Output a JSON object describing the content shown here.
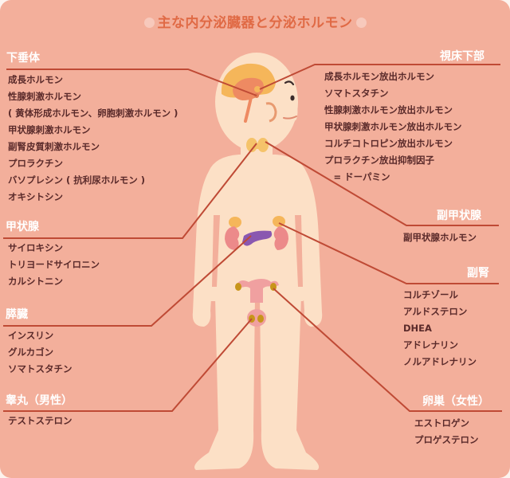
{
  "title": "主な内分泌臓器と分泌ホルモン",
  "colors": {
    "background": "#f3af9b",
    "title": "#e06a45",
    "leader_line": "#bf4a35",
    "heading_text": "#ffffff",
    "list_text": "#5a2a2a",
    "skin": "#fce0c6",
    "brain_outer": "#f5b65a",
    "brain_inner": "#ee8a62",
    "thyroid": "#f5c36a",
    "adrenal": "#f5b65a",
    "kidney": "#ec8a8a",
    "pancreas": "#8a58b0",
    "uterus": "#f0a0a0",
    "gonad": "#c8951a"
  },
  "organs": {
    "pituitary": {
      "heading": "下垂体",
      "hormones": [
        "成長ホルモン",
        "性腺刺激ホルモン",
        "( 黄体形成ホルモン、卵胞刺激ホルモン )",
        "甲状腺刺激ホルモン",
        "副腎皮質刺激ホルモン",
        "プロラクチン",
        "バソプレシン ( 抗利尿ホルモン )",
        "オキシトシン"
      ]
    },
    "hypothalamus": {
      "heading": "視床下部",
      "hormones": [
        "成長ホルモン放出ホルモン",
        "ソマトスタチン",
        "性腺刺激ホルモン放出ホルモン",
        "甲状腺刺激ホルモン放出ホルモン",
        "コルチコトロピン放出ホルモン",
        "プロラクチン放出抑制因子",
        "　= ドーパミン"
      ]
    },
    "thyroid": {
      "heading": "甲状腺",
      "hormones": [
        "サイロキシン",
        "トリヨードサイロニン",
        "カルシトニン"
      ]
    },
    "parathyroid": {
      "heading": "副甲状腺",
      "hormones": [
        "副甲状腺ホルモン"
      ]
    },
    "pancreas": {
      "heading": "膵臓",
      "hormones": [
        "インスリン",
        "グルカゴン",
        "ソマトスタチン"
      ]
    },
    "adrenal": {
      "heading": "副腎",
      "hormones": [
        "コルチゾール",
        "アルドステロン",
        "DHEA",
        "アドレナリン",
        "ノルアドレナリン"
      ]
    },
    "testis": {
      "heading": "睾丸（男性）",
      "hormones": [
        "テストステロン"
      ]
    },
    "ovary": {
      "heading": "卵巣（女性）",
      "hormones": [
        "エストロゲン",
        "プロゲステロン"
      ]
    }
  }
}
